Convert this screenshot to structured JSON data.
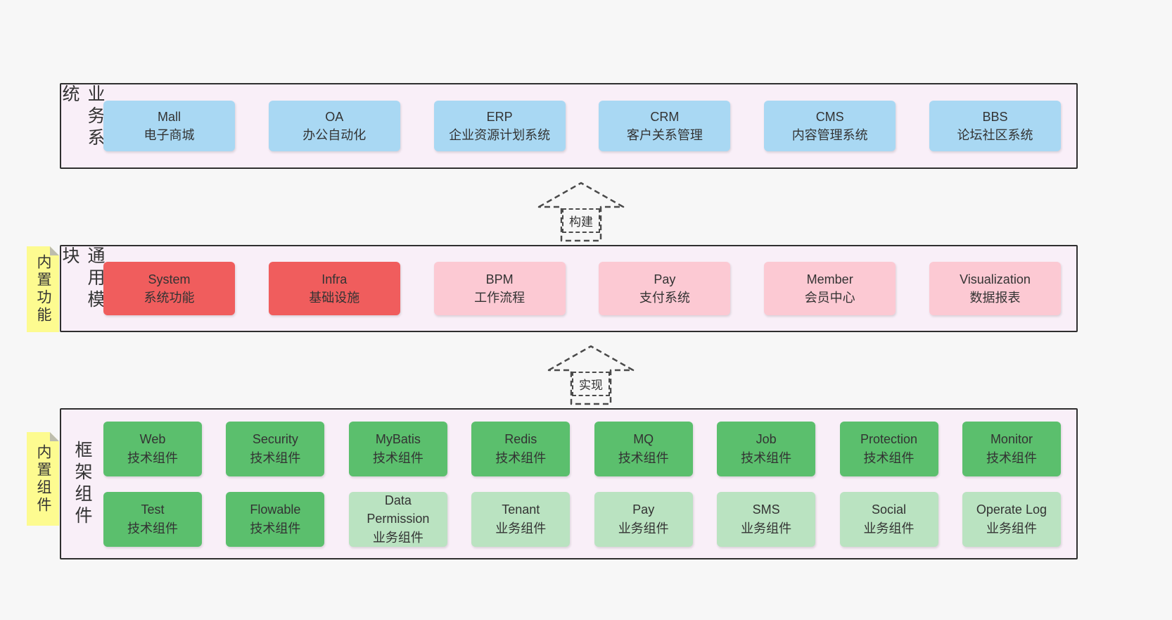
{
  "palette": {
    "page_bg": "#f7f7f7",
    "band_bg": "#f9eff8",
    "band_border": "#2f2f2f",
    "blue": "#a9d8f3",
    "red": "#f05d5d",
    "pink": "#fcc9d3",
    "green": "#5bbf6d",
    "green_light": "#bae3c1",
    "sticky": "#fdfb90",
    "text": "#333333"
  },
  "arrows": [
    {
      "label": "构建"
    },
    {
      "label": "实现"
    }
  ],
  "bands": [
    {
      "side_label": "业务系统",
      "boxes": [
        {
          "title": "Mall",
          "subtitle": "电子商城",
          "variant": "blue"
        },
        {
          "title": "OA",
          "subtitle": "办公自动化",
          "variant": "blue"
        },
        {
          "title": "ERP",
          "subtitle": "企业资源计划系统",
          "variant": "blue"
        },
        {
          "title": "CRM",
          "subtitle": "客户关系管理",
          "variant": "blue"
        },
        {
          "title": "CMS",
          "subtitle": "内容管理系统",
          "variant": "blue"
        },
        {
          "title": "BBS",
          "subtitle": "论坛社区系统",
          "variant": "blue"
        }
      ]
    },
    {
      "side_label": "通用模块",
      "sticky_label": "内置功能",
      "boxes": [
        {
          "title": "System",
          "subtitle": "系统功能",
          "variant": "red"
        },
        {
          "title": "Infra",
          "subtitle": "基础设施",
          "variant": "red"
        },
        {
          "title": "BPM",
          "subtitle": "工作流程",
          "variant": "pink"
        },
        {
          "title": "Pay",
          "subtitle": "支付系统",
          "variant": "pink"
        },
        {
          "title": "Member",
          "subtitle": "会员中心",
          "variant": "pink"
        },
        {
          "title": "Visualization",
          "subtitle": "数据报表",
          "variant": "pink"
        }
      ]
    },
    {
      "side_label": "框架组件",
      "sticky_label": "内置组件",
      "rows": [
        [
          {
            "title": "Web",
            "subtitle": "技术组件",
            "variant": "green"
          },
          {
            "title": "Security",
            "subtitle": "技术组件",
            "variant": "green"
          },
          {
            "title": "MyBatis",
            "subtitle": "技术组件",
            "variant": "green"
          },
          {
            "title": "Redis",
            "subtitle": "技术组件",
            "variant": "green"
          },
          {
            "title": "MQ",
            "subtitle": "技术组件",
            "variant": "green"
          },
          {
            "title": "Job",
            "subtitle": "技术组件",
            "variant": "green"
          },
          {
            "title": "Protection",
            "subtitle": "技术组件",
            "variant": "green"
          },
          {
            "title": "Monitor",
            "subtitle": "技术组件",
            "variant": "green"
          }
        ],
        [
          {
            "title": "Test",
            "subtitle": "技术组件",
            "variant": "green"
          },
          {
            "title": "Flowable",
            "subtitle": "技术组件",
            "variant": "green"
          },
          {
            "title": "Data Permission",
            "subtitle": "业务组件",
            "variant": "green_light"
          },
          {
            "title": "Tenant",
            "subtitle": "业务组件",
            "variant": "green_light"
          },
          {
            "title": "Pay",
            "subtitle": "业务组件",
            "variant": "green_light"
          },
          {
            "title": "SMS",
            "subtitle": "业务组件",
            "variant": "green_light"
          },
          {
            "title": "Social",
            "subtitle": "业务组件",
            "variant": "green_light"
          },
          {
            "title": "Operate Log",
            "subtitle": "业务组件",
            "variant": "green_light"
          }
        ]
      ]
    }
  ]
}
